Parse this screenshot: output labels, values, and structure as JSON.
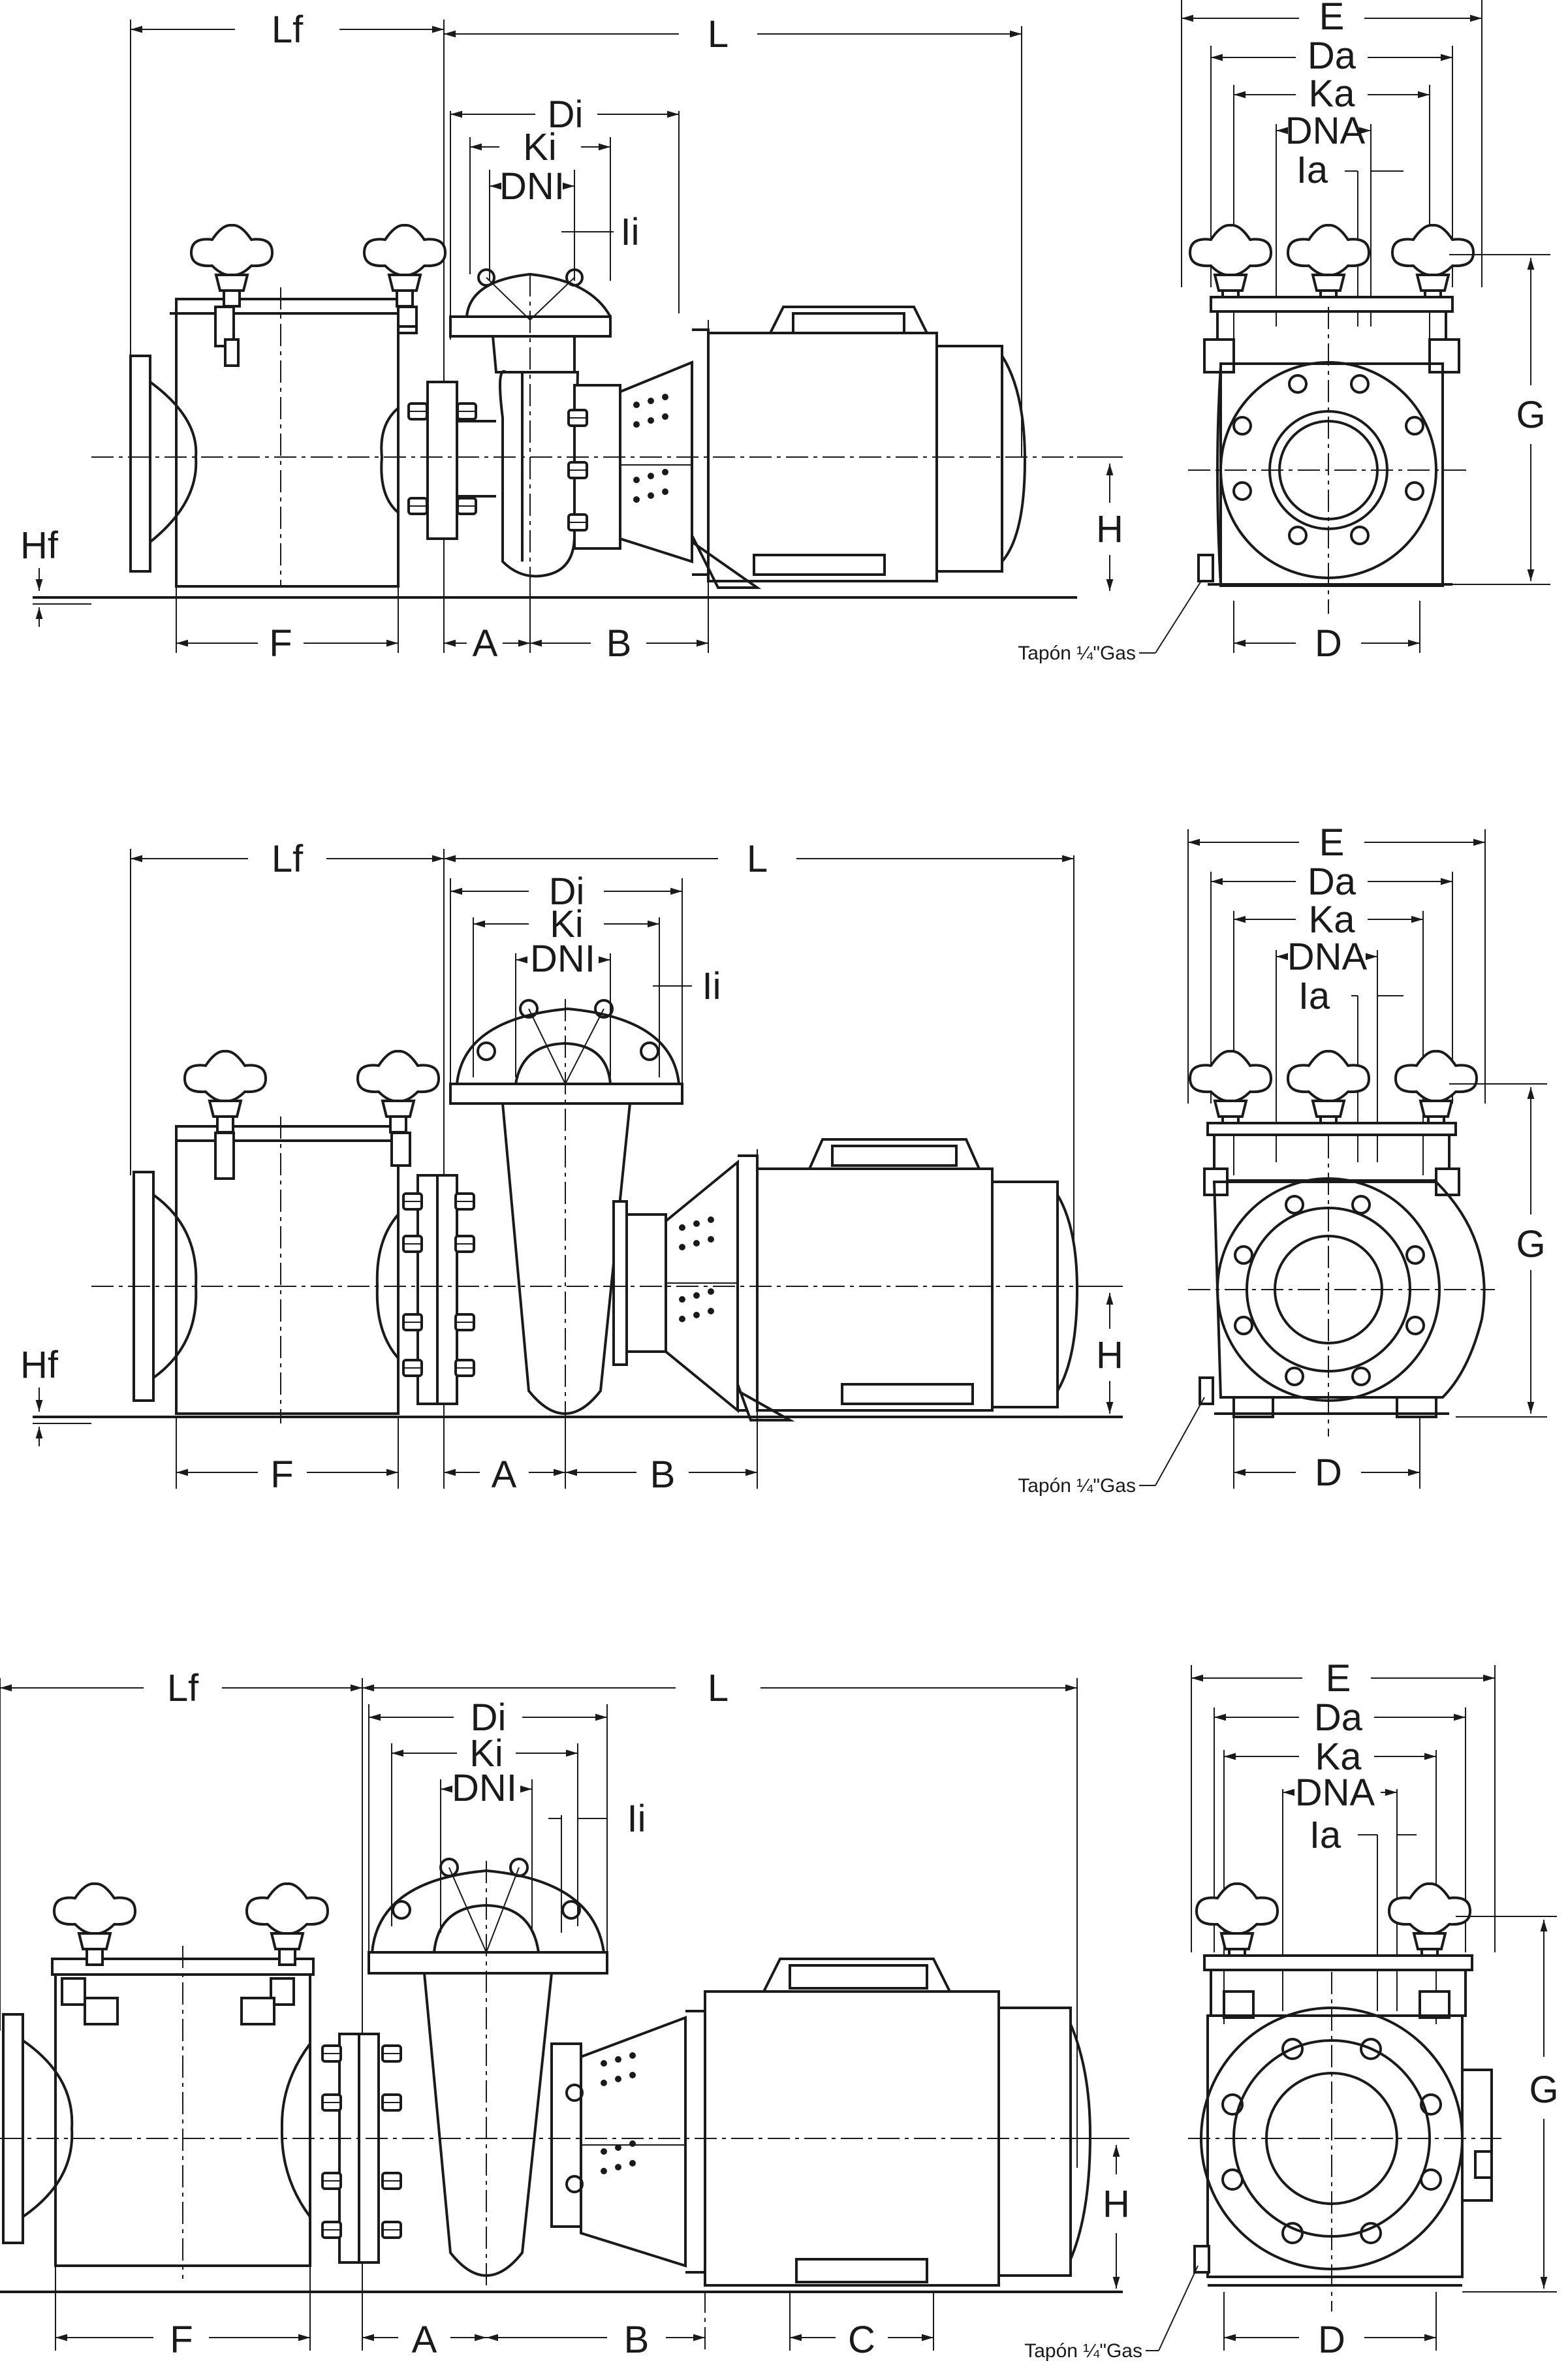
{
  "labels": {
    "Lf": "Lf",
    "L": "L",
    "Di": "Di",
    "Ki": "Ki",
    "DNI": "DNI",
    "Ii": "Ii",
    "E": "E",
    "Da": "Da",
    "Ka": "Ka",
    "DNA": "DNA",
    "Ia": "Ia",
    "G": "G",
    "H": "H",
    "Hf": "Hf",
    "F": "F",
    "A": "A",
    "B": "B",
    "C": "C",
    "D": "D",
    "plug_note": "Tapón ¼\"Gas"
  },
  "drawings": [
    {
      "id": "pump-1",
      "side_view": "side",
      "end_view": "front"
    },
    {
      "id": "pump-2",
      "side_view": "side",
      "end_view": "front"
    },
    {
      "id": "pump-3",
      "side_view": "side",
      "end_view": "front"
    }
  ]
}
